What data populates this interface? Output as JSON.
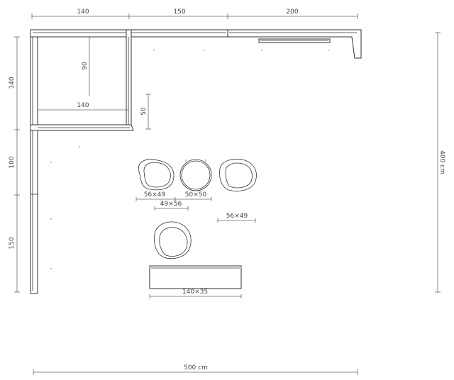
{
  "dimensions": {
    "top": [
      "140",
      "150",
      "200"
    ],
    "left": [
      "140",
      "100",
      "150"
    ],
    "inner_height": "90",
    "inner_width": "140",
    "shelf_depth": "50",
    "total_width": "500 cm",
    "total_height": "400 cm"
  },
  "furniture": {
    "armchair_a": "56×49",
    "round_chair": "50×50",
    "armchair_pair_span": "49×56",
    "armchair_right": "56×49",
    "bench": "140×35"
  }
}
